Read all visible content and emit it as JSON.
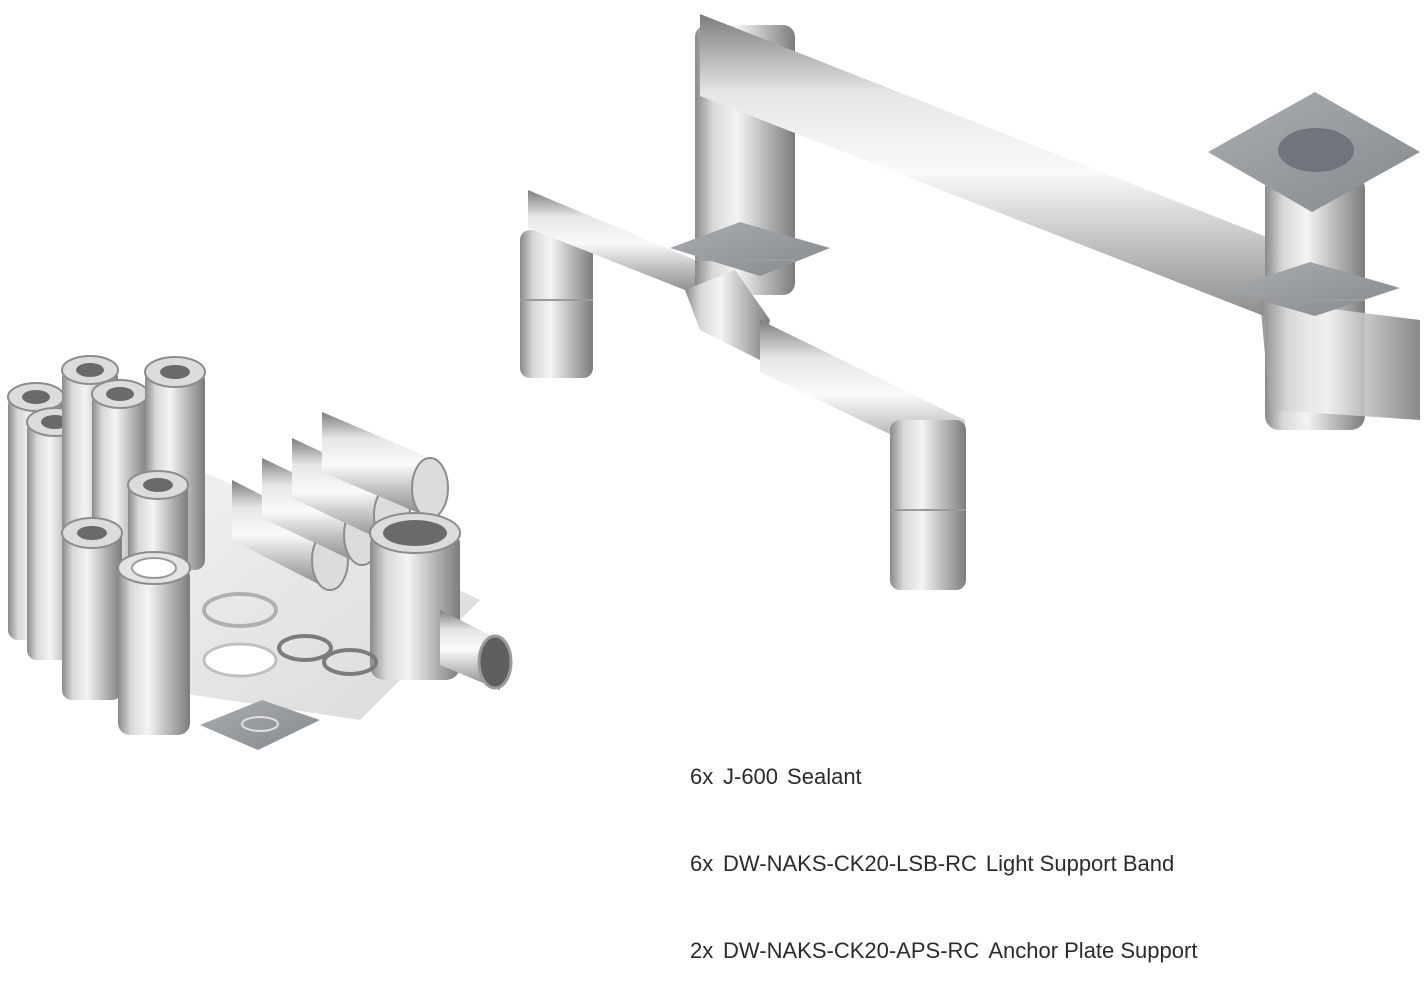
{
  "parts": [
    {
      "qty": "6x",
      "code": "J-600",
      "desc": "Sealant"
    },
    {
      "qty": "6x",
      "code": "DW-NAKS-CK20-LSB-RC",
      "desc": "Light Support Band"
    },
    {
      "qty": "2x",
      "code": "DW-NAKS-CK20-APS-RC",
      "desc": "Anchor Plate Support"
    }
  ]
}
